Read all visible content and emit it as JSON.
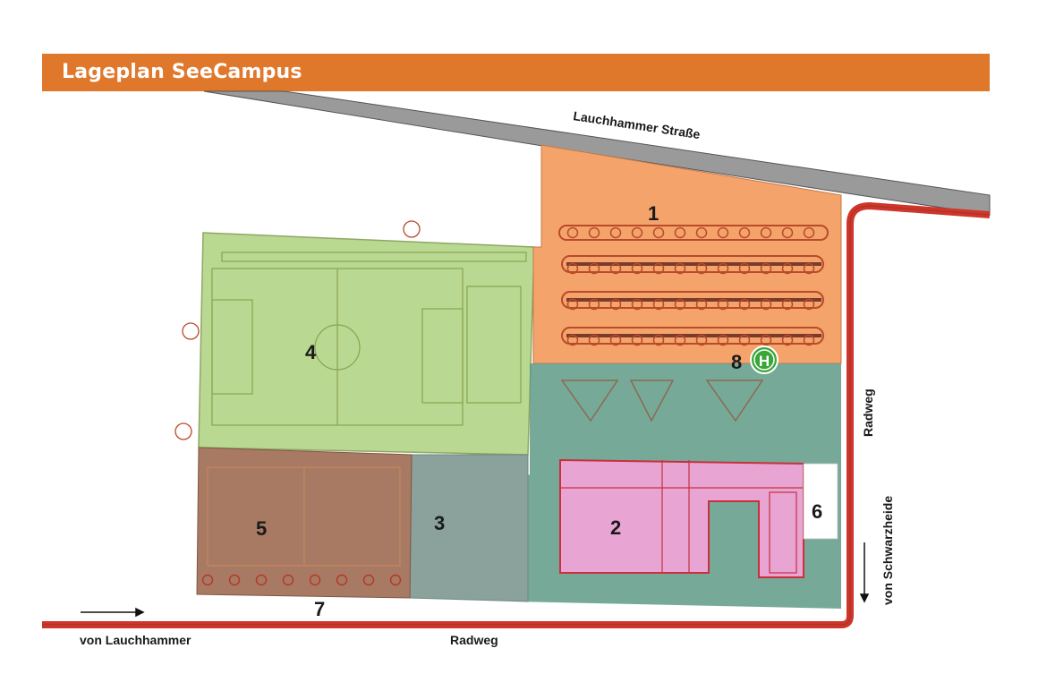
{
  "header": {
    "title": "Lageplan SeeCampus"
  },
  "roads": {
    "north": "Lauchhammer Straße",
    "east_bike": "Radweg",
    "east_from": "von Schwarzheide",
    "south_bike": "Radweg",
    "west_from": "von Lauchhammer"
  },
  "areas": [
    {
      "id": "1",
      "label": "1",
      "color": "#f4a36b"
    },
    {
      "id": "2",
      "label": "2",
      "color": "#e8a5d3"
    },
    {
      "id": "3",
      "label": "3",
      "color": "#8aa29b"
    },
    {
      "id": "4",
      "label": "4",
      "color": "#b6d68c"
    },
    {
      "id": "5",
      "label": "5",
      "color": "#a97a63"
    },
    {
      "id": "6",
      "label": "6",
      "color": "#ffffff"
    },
    {
      "id": "7",
      "label": "7"
    },
    {
      "id": "8",
      "label": "8"
    }
  ],
  "bus_stop": {
    "symbol": "H",
    "icon": "bus-stop-icon",
    "color": "#3aa63a"
  },
  "colors": {
    "accent": "#e0782c",
    "bike_path": "#d0352a",
    "street": "#9a9a9a"
  }
}
